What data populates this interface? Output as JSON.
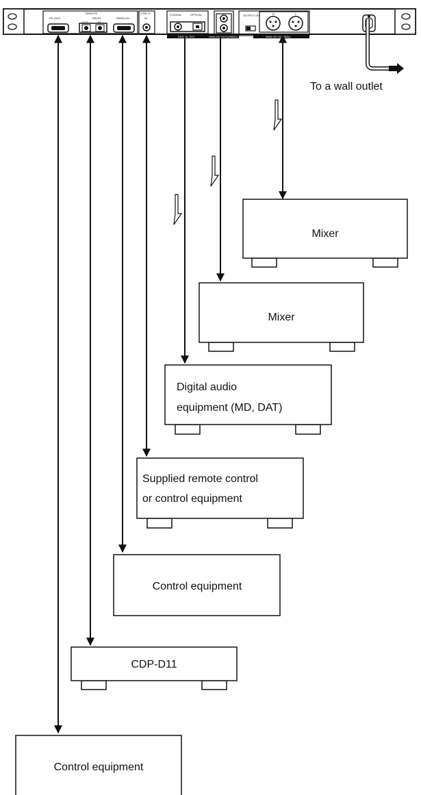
{
  "panel": {
    "remote_label": "REMOTE",
    "rs232c_label": "RS-232C",
    "relay_label": "RELAY",
    "relay_out_label": "OUT",
    "relay_in_label": "IN",
    "parallel_label": "PARALLEL",
    "ctrl_s_label": "CTRL-S",
    "ctrl_s_in_label": "IN",
    "coaxial_label": "COAXIAL",
    "optical_label": "OPTICAL",
    "digital_out_label": "DIGITAL OUT",
    "analog_out_unbal_label": "ANALOG OUT(UNBAL)",
    "output_level_label": "OUTPUT LEVEL",
    "r_label": "R",
    "l_label": "L",
    "analog_out_bal_label": "ANALOG OUT(BAL)"
  },
  "wall_outlet_label": "To a wall outlet",
  "devices": {
    "mixer_bal": "Mixer",
    "mixer_unbal": "Mixer",
    "digital_audio_line1": "Digital audio",
    "digital_audio_line2": "equipment (MD, DAT)",
    "remote_line1": "Supplied remote control",
    "remote_line2": "or control equipment",
    "control_parallel": "Control equipment",
    "cdp": "CDP-D11",
    "control_rs232c": "Control equipment"
  }
}
